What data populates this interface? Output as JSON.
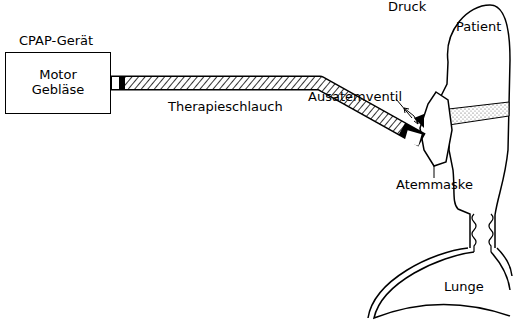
{
  "diagram": {
    "nodes": [
      {
        "text": [
          "CPAP-Gerät",
          "Motor Gebläse"
        ]
      },
      {
        "text": [
          "Patient"
        ]
      },
      {
        "text": [
          "Lunge"
        ]
      }
    ],
    "edges": [
      {
        "from": 0,
        "to": 1,
        "arrow": "none"
      }
    ],
    "labels": [
      "Druck",
      "Ausatemventil",
      "Therapieschlauch",
      "Atemmaske"
    ]
  }
}
